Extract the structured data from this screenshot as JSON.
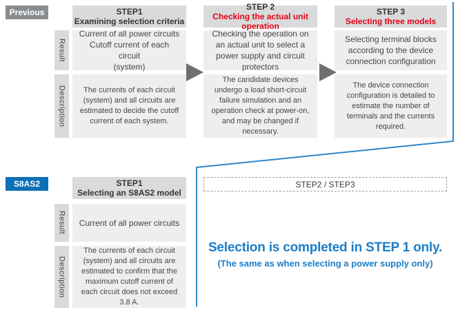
{
  "colors": {
    "accent_blue": "#0c70b6",
    "headline_blue": "#1b7ec9",
    "step_red": "#e60012",
    "label_gray": "#8a8d90",
    "header_bg": "#d9dadc",
    "cell_bg": "#eeeeef",
    "arrow_gray": "#6f7072",
    "connector_line_blue": "#2e86c8"
  },
  "previous": {
    "label": "Previous",
    "row_headers": {
      "result": "Result",
      "description": "Description"
    },
    "steps": [
      {
        "step": "STEP1",
        "title": "Examining selection criteria",
        "result": "Current of all power circuits\nCutoff current of each circuit\n(system)",
        "description": "The currents of each circuit (system) and all circuits are estimated to decide the cutoff current of each system."
      },
      {
        "step": "STEP 2",
        "title": "Checking the actual unit operation",
        "result": "Checking the operation on an actual unit to select a power supply and circuit protectors",
        "description": "The candidate devices undergo a load short-circuit failure simulation and an operation check at power-on, and may be changed if necessary."
      },
      {
        "step": "STEP 3",
        "title": "Selecting three models",
        "result": "Selecting terminal blocks according to the device connection configuration",
        "description": "The device connection configuration is detailed to estimate the number of terminals and the currents required."
      }
    ]
  },
  "s8as2": {
    "label": "S8AS2",
    "row_headers": {
      "result": "Result",
      "description": "Description"
    },
    "step": {
      "step": "STEP1",
      "title": "Selecting an S8AS2 model",
      "result": "Current of all power circuits",
      "description": "The currents of each circuit (system) and all circuits are estimated to confirm that the maximum cutoff current of each circuit does not exceed 3.8 A."
    },
    "steps23_label": "STEP2 / STEP3",
    "headline": "Selection is completed in STEP 1 only.",
    "subline": "(The same as when selecting a power supply only)"
  }
}
